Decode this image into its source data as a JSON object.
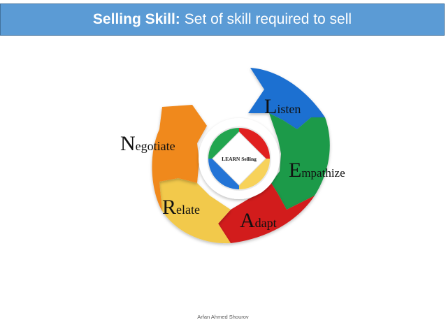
{
  "header": {
    "title_bold": "Selling Skill:",
    "title_rest": "Set of skill required to sell",
    "background_color": "#5b9bd5"
  },
  "diagram": {
    "center_label": "LEARN Selling",
    "steps": [
      {
        "initial": "L",
        "rest": "isten",
        "color": "#1f6fd1"
      },
      {
        "initial": "E",
        "rest": "mpathize",
        "color": "#1f9a48"
      },
      {
        "initial": "A",
        "rest": "dapt",
        "color": "#d21f1f"
      },
      {
        "initial": "R",
        "rest": "elate",
        "color": "#f2c94c"
      },
      {
        "initial": "N",
        "rest": "egotiate",
        "color": "#f0891f"
      }
    ]
  },
  "footer": {
    "author": "Arfan Ahmed Shourov"
  }
}
